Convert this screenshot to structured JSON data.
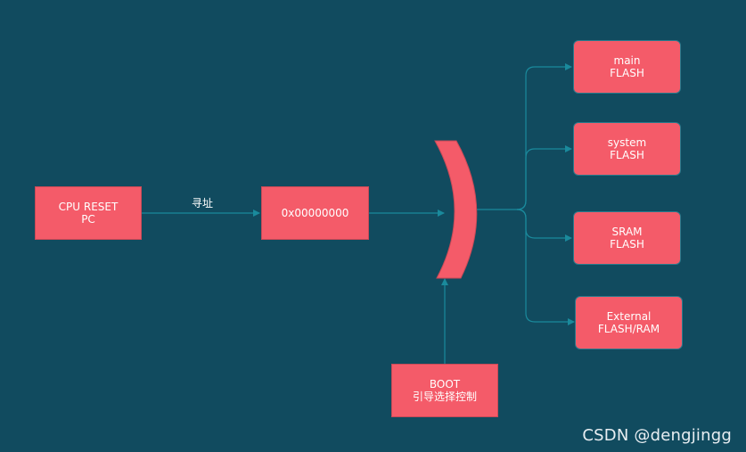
{
  "diagram": {
    "nodes": {
      "cpu_reset": {
        "line1": "CPU RESET",
        "line2": "PC"
      },
      "address": {
        "label": "0x00000000"
      },
      "boot": {
        "line1": "BOOT",
        "line2": "引导选择控制"
      },
      "main_flash": {
        "line1": "main",
        "line2": "FLASH"
      },
      "system_flash": {
        "line1": "system",
        "line2": "FLASH"
      },
      "sram_flash": {
        "line1": "SRAM",
        "line2": "FLASH"
      },
      "external": {
        "label": "External FLASH/RAM"
      }
    },
    "edge_labels": {
      "addressing": "寻址"
    }
  },
  "watermark": "CSDN @dengjingg",
  "colors": {
    "background": "#114b5f",
    "node_fill": "#f45b69",
    "connector": "#1a8a9c",
    "text": "#ffffff"
  }
}
